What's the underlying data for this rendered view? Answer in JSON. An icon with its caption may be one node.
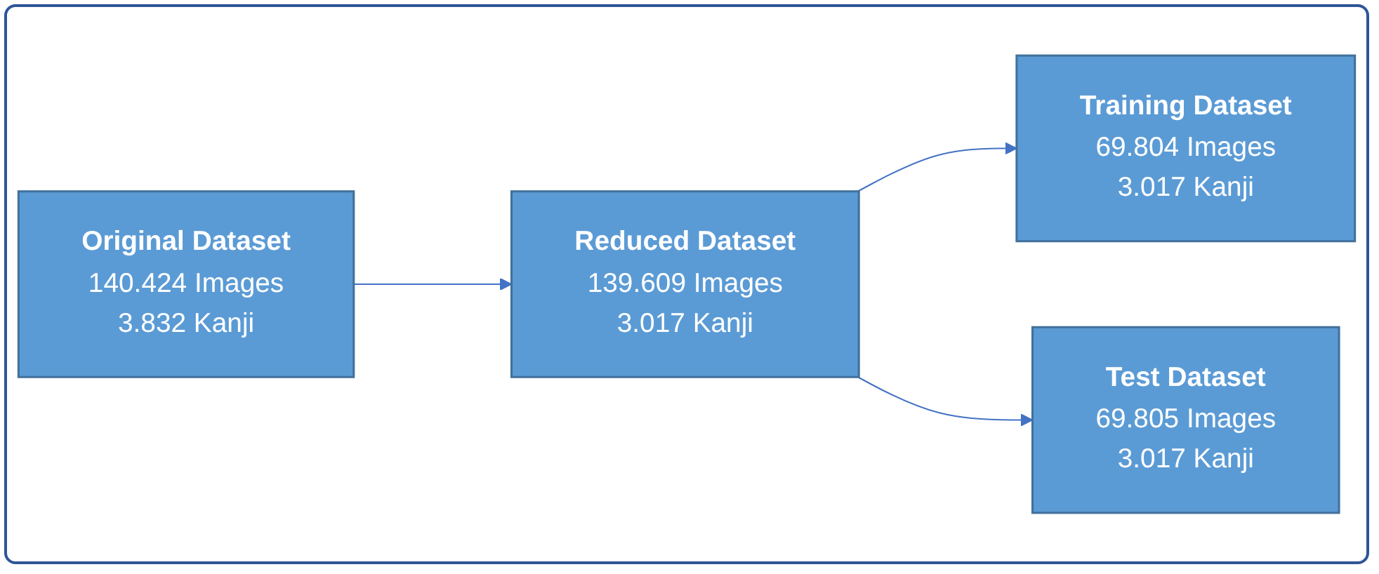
{
  "diagram": {
    "nodes": [
      {
        "text": [
          "Original Dataset",
          "140.424 Images",
          "3.832 Kanji"
        ]
      },
      {
        "text": [
          "Reduced Dataset",
          "139.609 Images",
          "3.017 Kanji"
        ]
      },
      {
        "text": [
          "Training Dataset",
          "69.804 Images",
          "3.017 Kanji"
        ]
      },
      {
        "text": [
          "Test Dataset",
          "69.805 Images",
          "3.017 Kanji"
        ]
      }
    ],
    "edges": [
      {
        "from": 0,
        "to": 1,
        "arrow": "to"
      },
      {
        "from": 1,
        "to": 2,
        "arrow": "to"
      },
      {
        "from": 1,
        "to": 3,
        "arrow": "to"
      }
    ]
  }
}
